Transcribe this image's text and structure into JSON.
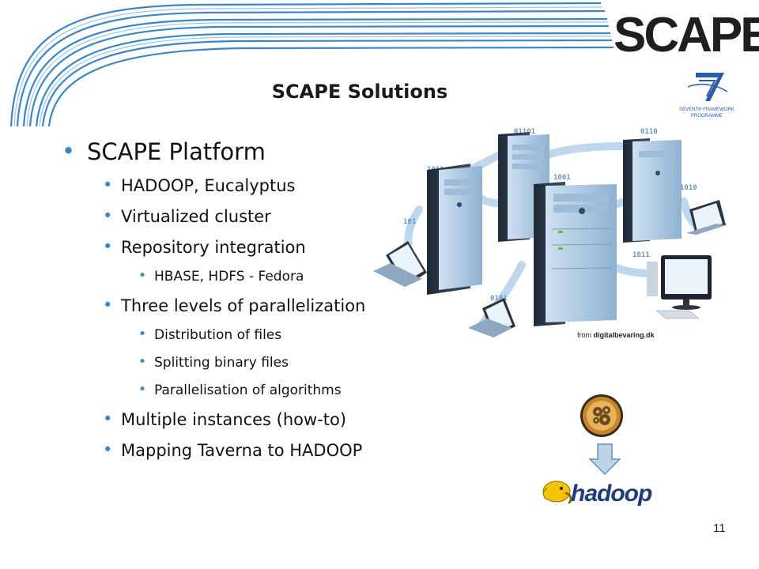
{
  "header": {
    "logo": "SCAPE",
    "fp7_label_line1": "SEVENTH FRAMEWORK",
    "fp7_label_line2": "PROGRAMME",
    "title": "SCAPE Solutions"
  },
  "bullets": [
    {
      "level": 1,
      "text": "SCAPE Platform"
    },
    {
      "level": 2,
      "text": "HADOOP, Eucalyptus"
    },
    {
      "level": 2,
      "text": "Virtualized cluster"
    },
    {
      "level": 2,
      "text": "Repository integration"
    },
    {
      "level": 3,
      "text": "HBASE, HDFS - Fedora"
    },
    {
      "level": 2,
      "text": "Three levels of parallelization"
    },
    {
      "level": 3,
      "text": "Distribution of files"
    },
    {
      "level": 3,
      "text": "Splitting binary files"
    },
    {
      "level": 3,
      "text": "Parallelisation of algorithms"
    },
    {
      "level": 2,
      "text": "Multiple instances (how-to)"
    },
    {
      "level": 2,
      "text": "Mapping Taverna to HADOOP"
    }
  ],
  "image_credit": {
    "prefix": "from",
    "source": "digitalbevaring.dk"
  },
  "hadoop_logo_text": "hadoop",
  "page_number": "11",
  "colors": {
    "bullet": "#3a86c6",
    "swoosh": "#3a86c6",
    "fp7_blue": "#2a5aa8",
    "hadoop_yellow": "#f5c400"
  }
}
